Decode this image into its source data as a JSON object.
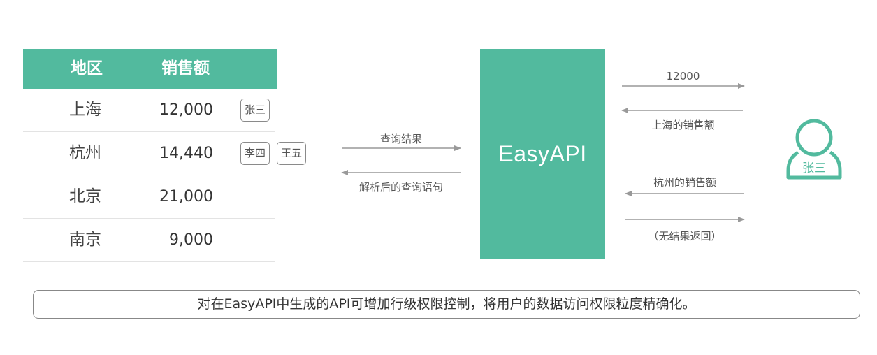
{
  "colors": {
    "accent": "#52ba9e",
    "arrow": "#999999"
  },
  "table": {
    "headers": {
      "region": "地区",
      "sales": "销售额"
    },
    "rows": [
      {
        "region": "上海",
        "sales": "12,000",
        "tags": [
          "张三"
        ]
      },
      {
        "region": "杭州",
        "sales": "14,440",
        "tags": [
          "李四",
          "王五"
        ]
      },
      {
        "region": "北京",
        "sales": "21,000",
        "tags": []
      },
      {
        "region": "南京",
        "sales": "9,000",
        "tags": []
      }
    ]
  },
  "middle_flow": {
    "request_label": "查询结果",
    "response_label": "解析后的查询语句"
  },
  "api_box": {
    "label": "EasyAPI"
  },
  "right_flow": {
    "top_out_label": "12000",
    "top_in_label": "上海的销售额",
    "bottom_in_label": "杭州的销售额",
    "bottom_out_label": "（无结果返回）"
  },
  "user": {
    "name": "张三",
    "icon": "user-icon"
  },
  "footer": {
    "text": "对在EasyAPI中生成的API可增加行级权限控制，将用户的数据访问权限粒度精确化。"
  }
}
